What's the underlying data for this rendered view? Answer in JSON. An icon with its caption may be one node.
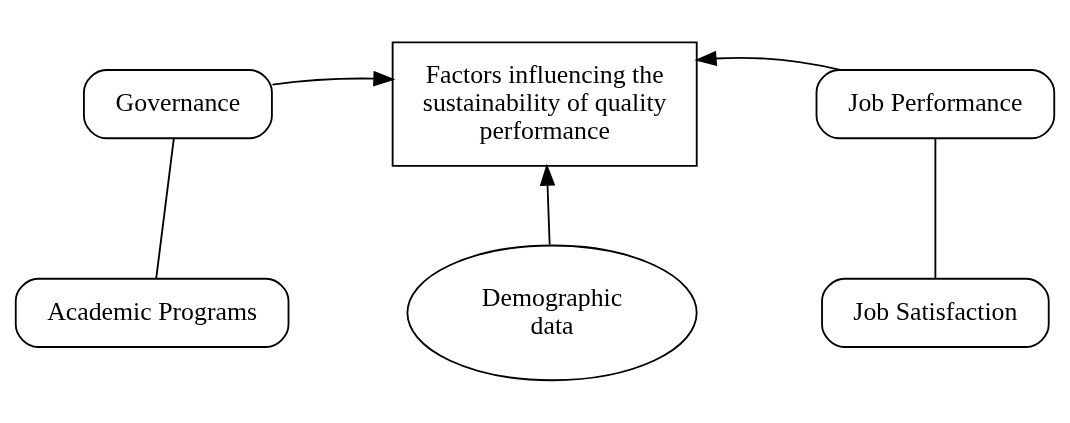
{
  "diagram": {
    "nodes": [
      {
        "text": [
          "Factors influencing the sustainability of quality performance"
        ]
      },
      {
        "text": [
          "Governance"
        ]
      },
      {
        "text": [
          "Academic Programs"
        ]
      },
      {
        "text": [
          "Job Performance"
        ]
      },
      {
        "text": [
          "Job Satisfaction"
        ]
      },
      {
        "text": [
          "Demographic data"
        ]
      }
    ],
    "edges": [
      {
        "from": 1,
        "to": 0,
        "arrow": "to"
      },
      {
        "from": 1,
        "to": 2,
        "arrow": "none"
      },
      {
        "from": 3,
        "to": 0,
        "arrow": "to"
      },
      {
        "from": 3,
        "to": 4,
        "arrow": "none"
      },
      {
        "from": 5,
        "to": 0,
        "arrow": "to"
      }
    ]
  }
}
